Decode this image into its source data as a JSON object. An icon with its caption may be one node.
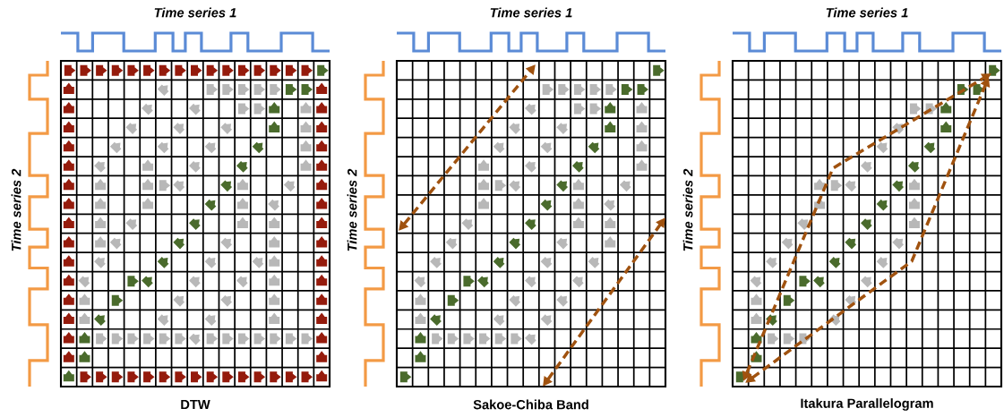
{
  "diagram": {
    "labels": [
      "Time series 1",
      "Time series 1",
      "Time series 1",
      "Time series 2",
      "Time series 2",
      "Time series 2",
      "DTW",
      "Sakoe-Chiba Band",
      "Itakura Parallelogram"
    ]
  }
}
